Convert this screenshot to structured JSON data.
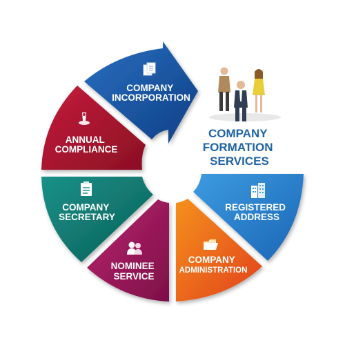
{
  "center": {
    "title_lines": [
      "COMPANY",
      "FORMATION",
      "SERVICES"
    ],
    "title_color": "#1f63a5"
  },
  "segments": [
    {
      "id": "incorporation",
      "lines": [
        "COMPANY",
        "INCORPORATION"
      ],
      "color_light": "#2a6fc0",
      "color_dark": "#0e3f86",
      "icon": "documents-icon"
    },
    {
      "id": "annual-compliance",
      "lines": [
        "ANNUAL",
        "COMPLIANCE"
      ],
      "color_light": "#c41d3a",
      "color_dark": "#8b0f24",
      "icon": "pen-icon"
    },
    {
      "id": "company-secretary",
      "lines": [
        "COMPANY",
        "SECRETARY"
      ],
      "color_light": "#1a9188",
      "color_dark": "#0a5e58",
      "icon": "clipboard-icon"
    },
    {
      "id": "nominee-service",
      "lines": [
        "NOMINEE",
        "SERVICE"
      ],
      "color_light": "#b8246f",
      "color_dark": "#7d0f47",
      "icon": "people-icon"
    },
    {
      "id": "company-administration",
      "lines": [
        "COMPANY",
        "ADMINISTRATION"
      ],
      "color_light": "#f5901f",
      "color_dark": "#e1411a",
      "icon": "folder-icon"
    },
    {
      "id": "registered-address",
      "lines": [
        "REGISTERED",
        "ADDRESS"
      ],
      "color_light": "#3d9be0",
      "color_dark": "#1a65b5",
      "icon": "building-icon"
    }
  ]
}
